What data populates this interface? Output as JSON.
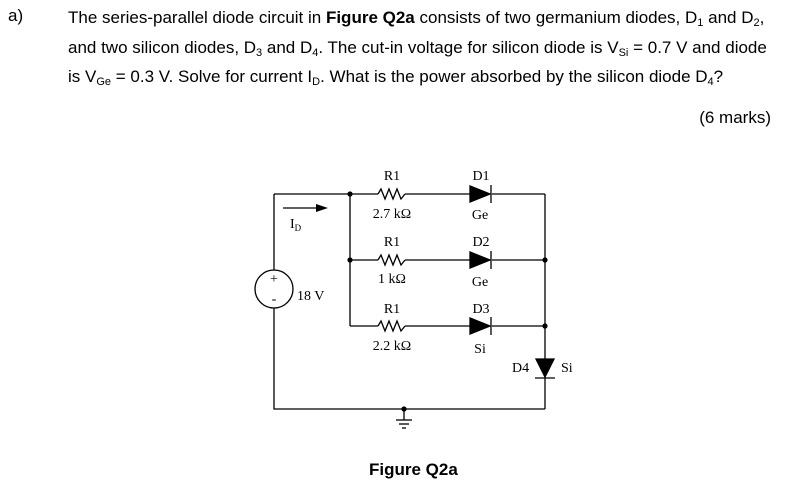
{
  "question": {
    "label": "a)",
    "t1": "The series-parallel diode circuit in ",
    "fig_ref": "Figure Q2a",
    "t2": " consists of two germanium diodes, D",
    "s1": "1",
    "t3": " and D",
    "s2": "2",
    "t4": ", and two silicon diodes, D",
    "s3": "3",
    "t5": " and D",
    "s4": "4",
    "t6": ". The cut-in voltage for silicon diode is V",
    "s5": "Si",
    "t7": " = 0.7 V and diode is V",
    "s6": "Ge",
    "t8": " = 0.3 V.  Solve for current I",
    "s7": "D",
    "t9": ". What is the power absorbed by the silicon diode D",
    "s8": "4",
    "t10": "?",
    "marks": "(6 marks)"
  },
  "circuit": {
    "source_voltage": "18 V",
    "source_plus": "+",
    "source_minus": "-",
    "current_label": "I",
    "current_sub": "D",
    "branches": [
      {
        "res_name": "R1",
        "res_value": "2.7 kΩ",
        "diode_name": "D1",
        "diode_type": "Ge"
      },
      {
        "res_name": "R1",
        "res_value": "1 kΩ",
        "diode_name": "D2",
        "diode_type": "Ge"
      },
      {
        "res_name": "R1",
        "res_value": "2.2 kΩ",
        "diode_name": "D3",
        "diode_type": "Si"
      }
    ],
    "series_diode": {
      "name": "D4",
      "type": "Si"
    },
    "caption": "Figure Q2a"
  }
}
